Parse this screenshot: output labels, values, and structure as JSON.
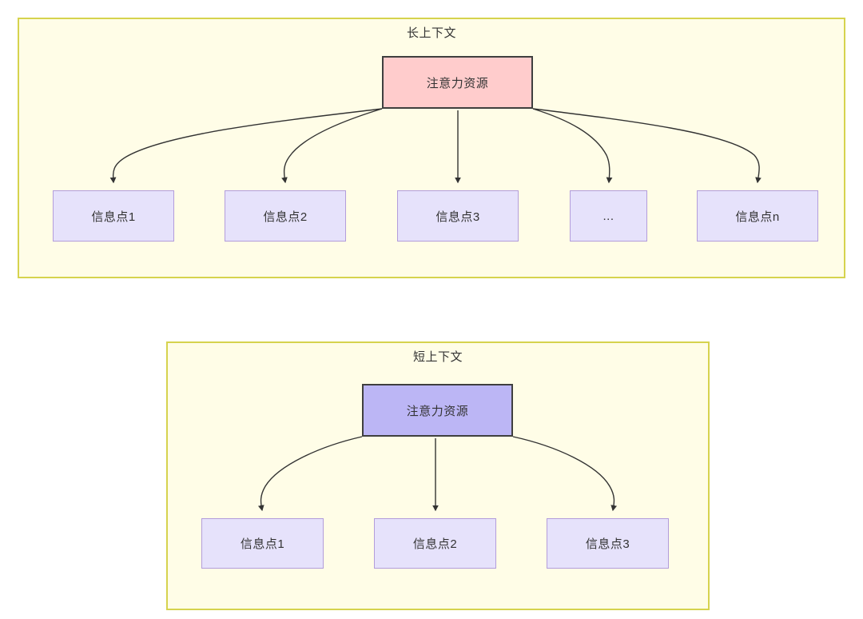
{
  "diagram": {
    "background": "#ffffff",
    "colors": {
      "group_fill": "#fffde7",
      "group_border": "#d6d34e",
      "root_long_fill": "#ffcccc",
      "root_short_fill": "#bcb6f5",
      "root_border": "#3f3f3f",
      "leaf_fill": "#e6e2fb",
      "leaf_border": "#b39ddb",
      "edge": "#333333",
      "text": "#333333"
    },
    "groups": [
      {
        "id": "long-context",
        "title": "长上下文",
        "root": {
          "label": "注意力资源"
        },
        "leaves": [
          {
            "label": "信息点1"
          },
          {
            "label": "信息点2"
          },
          {
            "label": "信息点3"
          },
          {
            "label": "..."
          },
          {
            "label": "信息点n"
          }
        ]
      },
      {
        "id": "short-context",
        "title": "短上下文",
        "root": {
          "label": "注意力资源"
        },
        "leaves": [
          {
            "label": "信息点1"
          },
          {
            "label": "信息点2"
          },
          {
            "label": "信息点3"
          }
        ]
      }
    ]
  }
}
